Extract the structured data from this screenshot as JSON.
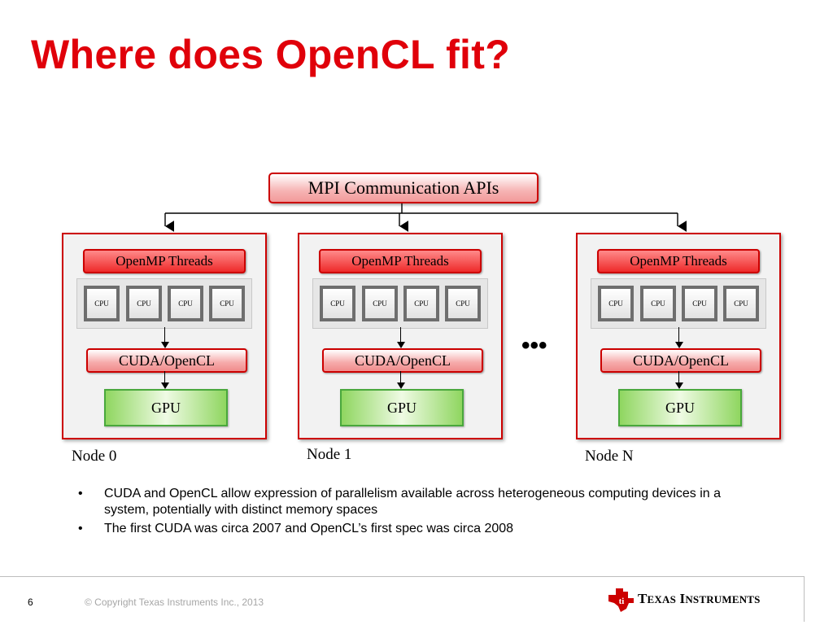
{
  "slide": {
    "title": "Where does OpenCL fit?"
  },
  "diagram": {
    "mpi_label": "MPI Communication APIs",
    "ellipsis": "•••",
    "nodes": [
      {
        "label": "Node 0",
        "threads": "OpenMP Threads",
        "cpus": [
          "CPU",
          "CPU",
          "CPU",
          "CPU"
        ],
        "api": "CUDA/OpenCL",
        "gpu": "GPU"
      },
      {
        "label": "Node 1",
        "threads": "OpenMP Threads",
        "cpus": [
          "CPU",
          "CPU",
          "CPU",
          "CPU"
        ],
        "api": "CUDA/OpenCL",
        "gpu": "GPU"
      },
      {
        "label": "Node N",
        "threads": "OpenMP Threads",
        "cpus": [
          "CPU",
          "CPU",
          "CPU",
          "CPU"
        ],
        "api": "CUDA/OpenCL",
        "gpu": "GPU"
      }
    ]
  },
  "bullets": {
    "marker": "•",
    "items": [
      "CUDA and OpenCL allow expression of parallelism available across heterogeneous computing devices in a system, potentially with distinct memory spaces",
      "The first CUDA was circa 2007 and OpenCL’s first spec was circa 2008"
    ]
  },
  "footer": {
    "page_number": "6",
    "copyright": "© Copyright Texas Instruments Inc., 2013",
    "company_t": "T",
    "company_exas": "EXAS",
    "company_i": "I",
    "company_nstruments": "NSTRUMENTS",
    "logo_icon": "ti-logo-icon"
  },
  "colors": {
    "title": "#e0000a",
    "box_border": "#cc0000",
    "gpu_border": "#49a83c"
  }
}
